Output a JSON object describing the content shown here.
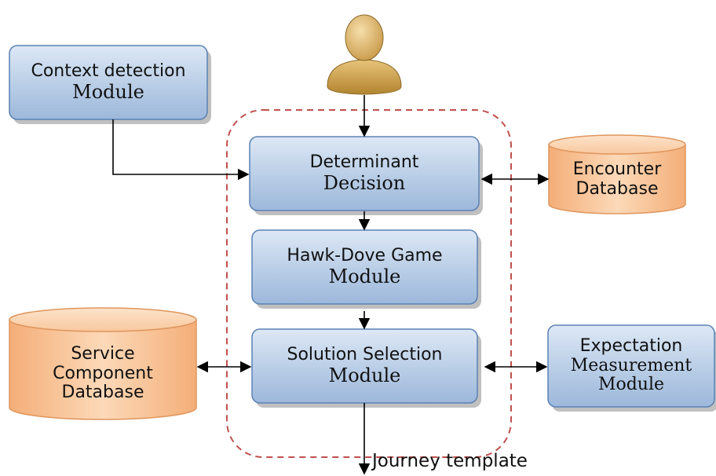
{
  "nodes": {
    "context_detection": {
      "line1": "Context detection",
      "line2": "Module"
    },
    "determinant": {
      "line1": "Determinant",
      "line2": "Decision"
    },
    "hawk_dove": {
      "line1": "Hawk-Dove Game",
      "line2": "Module"
    },
    "solution_selection": {
      "line1": "Solution Selection",
      "line2": "Module"
    },
    "expectation": {
      "line1": "Expectation",
      "line2": "Measurement",
      "line3": "Module"
    },
    "encounter_db": {
      "line1": "Encounter",
      "line2": "Database"
    },
    "service_db": {
      "line1": "Service",
      "line2": "Component",
      "line3": "Database"
    }
  },
  "output_label": "Journey template",
  "user_icon": "user-icon",
  "colors": {
    "module_fill": "#b8cde6",
    "module_stroke": "#5b82b5",
    "database_fill": "#f7c59a",
    "database_stroke": "#e0955c",
    "boundary_stroke": "#c0504d",
    "arrow": "#000000"
  }
}
